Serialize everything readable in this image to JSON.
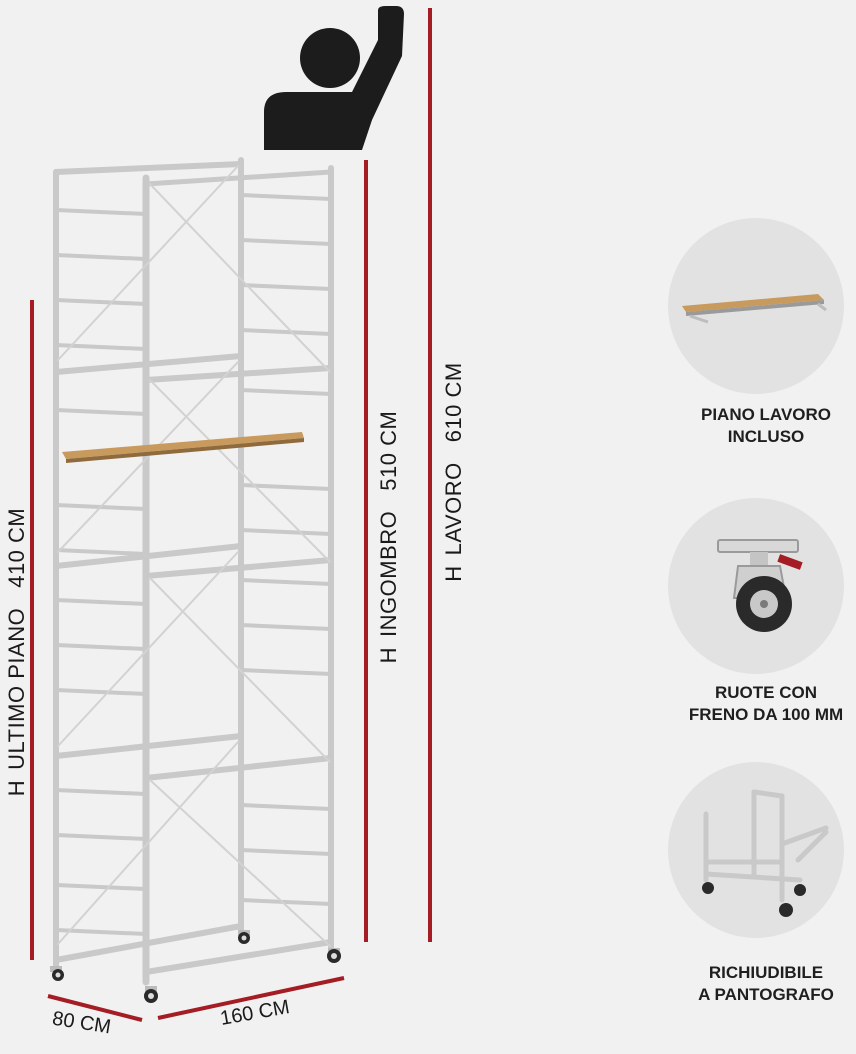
{
  "dimensions": {
    "ultimo_piano": {
      "prefix": "H",
      "text": "ULTIMO PIANO",
      "value": "410 CM"
    },
    "ingombro": {
      "prefix": "H",
      "text": "INGOMBRO",
      "value": "510 CM"
    },
    "lavoro": {
      "prefix": "H",
      "text": "LAVORO",
      "value": "610 CM"
    },
    "depth": "80 CM",
    "width": "160 CM"
  },
  "features": [
    {
      "line1": "PIANO LAVORO",
      "line2": "INCLUSO",
      "icon": "work-platform-icon"
    },
    {
      "line1": "RUOTE CON",
      "line2": "FRENO DA 100 MM",
      "icon": "caster-wheel-icon"
    },
    {
      "line1": "RICHIUDIBILE",
      "line2": "A PANTOGRAFO",
      "icon": "folding-frame-icon"
    }
  ],
  "colors": {
    "dimension_line": "#a51d24",
    "person": "#1c1c1c",
    "frame": "#c9c9c9",
    "plank": "#c89a5e",
    "badge": "#e2e2e2"
  }
}
